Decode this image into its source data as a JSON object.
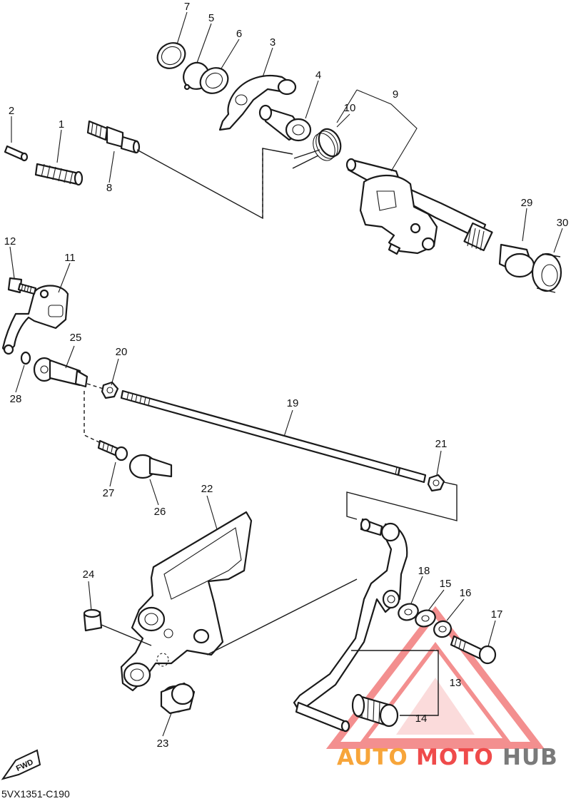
{
  "diagram": {
    "diagram_code": "5VX1351-C190",
    "fwd_label": "FWD",
    "callouts": [
      {
        "id": "1",
        "label": "1"
      },
      {
        "id": "2",
        "label": "2"
      },
      {
        "id": "3",
        "label": "3"
      },
      {
        "id": "4",
        "label": "4"
      },
      {
        "id": "5",
        "label": "5"
      },
      {
        "id": "6",
        "label": "6"
      },
      {
        "id": "7",
        "label": "7"
      },
      {
        "id": "8",
        "label": "8"
      },
      {
        "id": "9",
        "label": "9"
      },
      {
        "id": "10",
        "label": "10"
      },
      {
        "id": "11",
        "label": "11"
      },
      {
        "id": "12",
        "label": "12"
      },
      {
        "id": "13",
        "label": "13"
      },
      {
        "id": "14",
        "label": "14"
      },
      {
        "id": "15",
        "label": "15"
      },
      {
        "id": "16",
        "label": "16"
      },
      {
        "id": "17",
        "label": "17"
      },
      {
        "id": "18",
        "label": "18"
      },
      {
        "id": "19",
        "label": "19"
      },
      {
        "id": "20",
        "label": "20"
      },
      {
        "id": "21",
        "label": "21"
      },
      {
        "id": "22",
        "label": "22"
      },
      {
        "id": "23",
        "label": "23"
      },
      {
        "id": "24",
        "label": "24"
      },
      {
        "id": "25",
        "label": "25"
      },
      {
        "id": "26",
        "label": "26"
      },
      {
        "id": "27",
        "label": "27"
      },
      {
        "id": "28",
        "label": "28"
      },
      {
        "id": "29",
        "label": "29"
      },
      {
        "id": "30",
        "label": "30"
      }
    ]
  },
  "watermark": {
    "part1": "AUTO",
    "part2": "MOTO",
    "part3": "HUB",
    "color_orange": "#f7a53a",
    "color_red": "#ef4b4b",
    "color_gray": "#7a7a7a"
  }
}
